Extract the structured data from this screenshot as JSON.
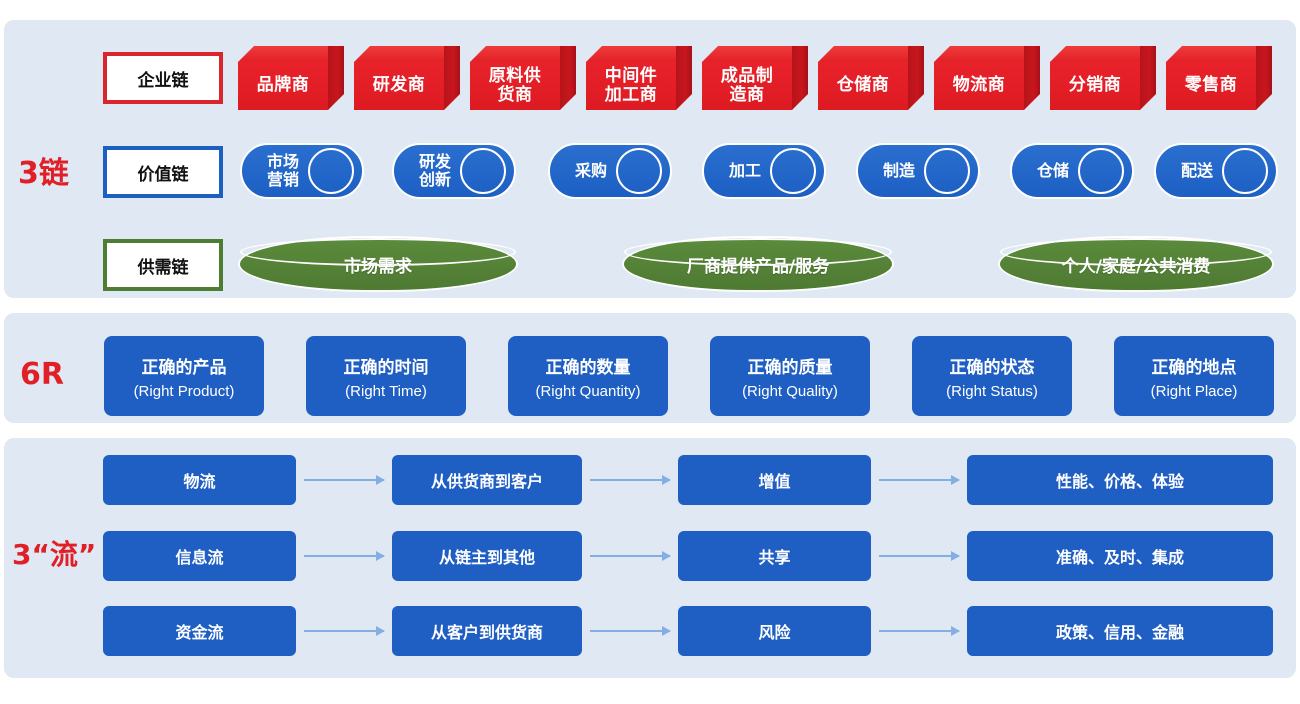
{
  "sections": {
    "chains": {
      "label": "3链",
      "rows": [
        {
          "name": "企业链",
          "accent": "#d9262c",
          "items": [
            "品牌商",
            "研发商",
            "原料供\n货商",
            "中间件\n加工商",
            "成品制\n造商",
            "仓储商",
            "物流商",
            "分销商",
            "零售商"
          ]
        },
        {
          "name": "价值链",
          "accent": "#1c5fc0",
          "items": [
            "市场\n营销",
            "研发\n创新",
            "采购",
            "加工",
            "制造",
            "仓储",
            "配送"
          ]
        },
        {
          "name": "供需链",
          "accent": "#4d7c33",
          "items": [
            "市场需求",
            "厂商提供产品/服务",
            "个人/家庭/公共消费"
          ]
        }
      ]
    },
    "six_r": {
      "label": "6R",
      "cards": [
        {
          "cn": "正确的产品",
          "en": "(Right Product)"
        },
        {
          "cn": "正确的时间",
          "en": "(Right Time)"
        },
        {
          "cn": "正确的数量",
          "en": "(Right Quantity)"
        },
        {
          "cn": "正确的质量",
          "en": "(Right Quality)"
        },
        {
          "cn": "正确的状态",
          "en": "(Right Status)"
        },
        {
          "cn": "正确的地点",
          "en": "(Right Place)"
        }
      ]
    },
    "flows": {
      "label": "3“流”",
      "rows": [
        {
          "flow": "物流",
          "direction": "从供货商到客户",
          "focus": "增值",
          "attributes": "性能、价格、体验"
        },
        {
          "flow": "信息流",
          "direction": "从链主到其他",
          "focus": "共享",
          "attributes": "准确、及时、集成"
        },
        {
          "flow": "资金流",
          "direction": "从客户到供货商",
          "focus": "风险",
          "attributes": "政策、信用、金融"
        }
      ]
    }
  },
  "colors": {
    "panel_bg": "#dfe8f3",
    "red": "#e01f26",
    "blue": "#1f5fc4",
    "green": "#4e7a32",
    "arrow": "#85aee4"
  }
}
